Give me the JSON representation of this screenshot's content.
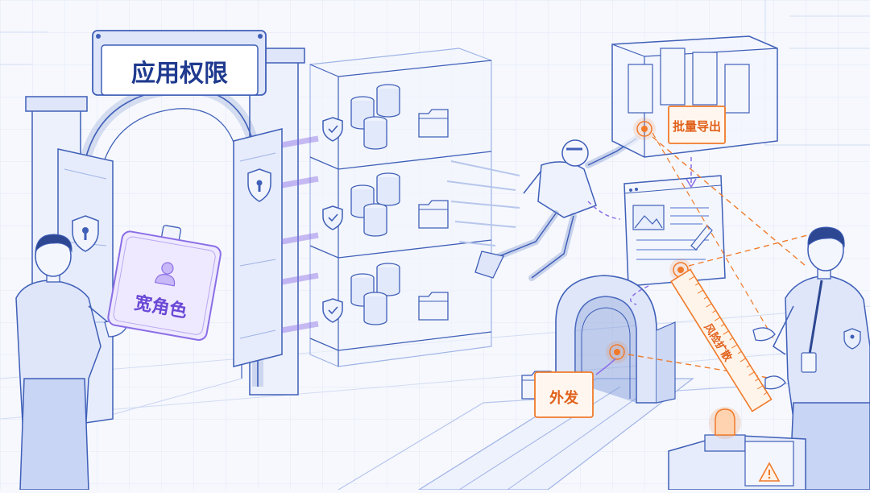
{
  "labels": {
    "gate_sign": "应用权限",
    "badge": "宽角色",
    "export_tag": "批量导出",
    "outbound_tag": "外发",
    "ruler_label": "风险扩散"
  },
  "colors": {
    "line": "#3f5fb8",
    "line_light": "#9fb3e6",
    "fill_light": "#e8eefb",
    "purple": "#8b6ee6",
    "purple_fill": "#efe9ff",
    "orange": "#f07a2a",
    "orange_fill": "#fff2e8"
  },
  "icons": [
    "shield-check-icon",
    "database-icon",
    "folder-icon",
    "user-icon",
    "keyhole-icon",
    "warning-icon",
    "image-icon",
    "pen-icon",
    "alarm-light-icon"
  ]
}
